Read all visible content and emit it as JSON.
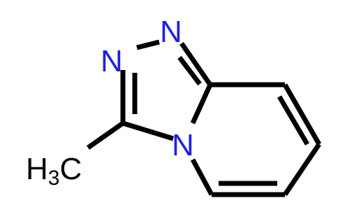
{
  "molecule": {
    "atoms": {
      "n1": "N",
      "n2": "N",
      "n3": "N",
      "methyl_h": "H",
      "methyl_sub": "3",
      "methyl_c": "C"
    },
    "colors": {
      "nitrogen": "#1f1fe6",
      "carbon": "#000000",
      "background": "#ffffff"
    }
  }
}
